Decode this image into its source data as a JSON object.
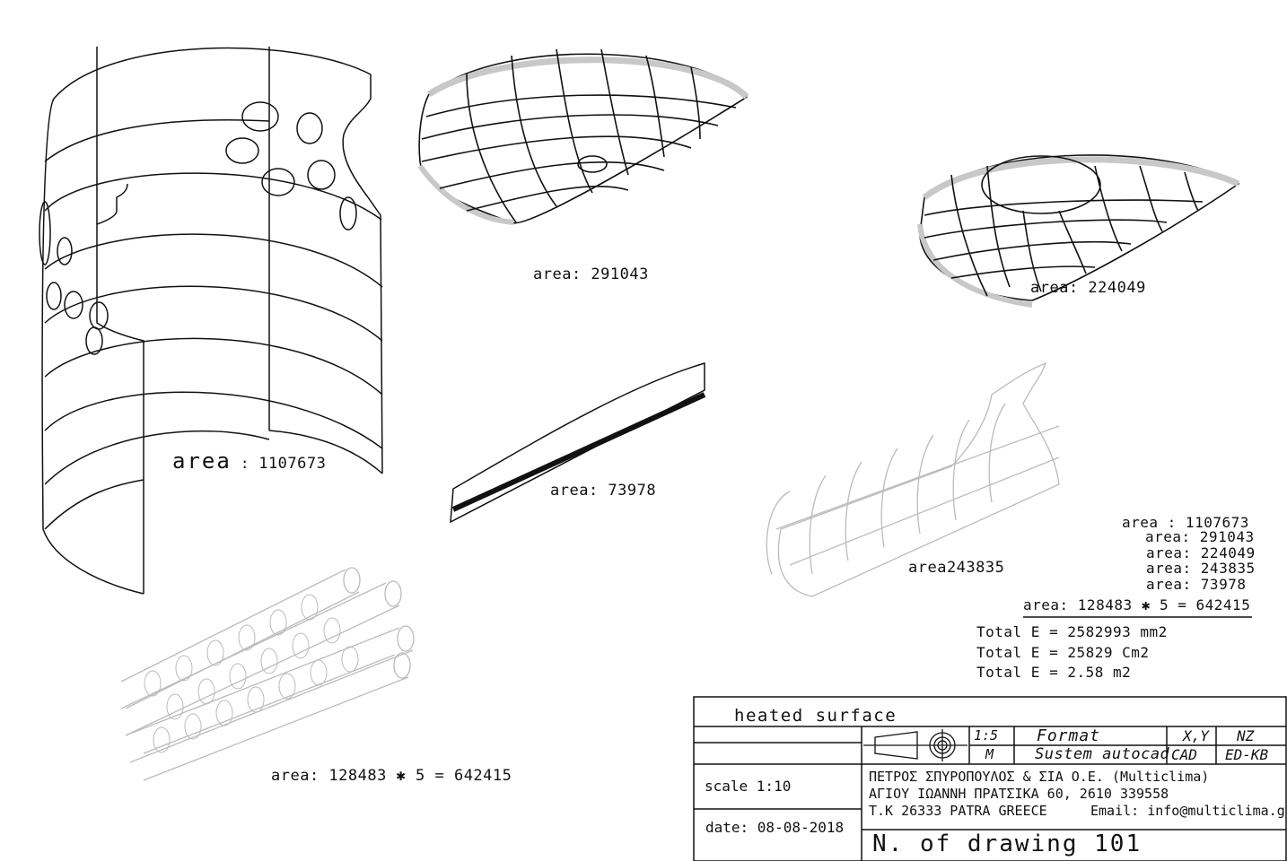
{
  "labels": {
    "cylinder": "area",
    "cylinder_value": "1107673",
    "dome_top": "area: 291043",
    "dome_right": "area: 224049",
    "blade": "area: 73978",
    "half_cylinder": "area243835",
    "tubes": "area: 128483 ✱ 5 = 642415"
  },
  "summary": {
    "lines": [
      "area  : 1107673",
      "area: 291043",
      "area: 224049",
      "area: 243835",
      "area: 73978"
    ],
    "tube_line": "area: 128483 ✱ 5 = 642415",
    "totals": [
      "Total   E = 2582993 mm2",
      "Total   E = 25829 Cm2",
      "Total   E = 2.58 m2"
    ]
  },
  "title_block": {
    "title": "heated surface",
    "scale_label": "1:5",
    "scale_unit": "M",
    "format_label": "Format",
    "system_label": "Sustem autocad",
    "xy_label": "X,Y",
    "xy_value": "CAD",
    "nz_label": "NZ",
    "nz_value": "ED-KB",
    "scale": "scale 1:10",
    "date": "date: 08-08-2018",
    "company_line1": "ΠΕΤΡΟΣ ΣΠΥΡΟΠΟΥΛΟΣ & ΣΙΑ Ο.Ε. (Multiclima)",
    "company_line2": "ΑΓΙΟΥ ΙΩΑΝΝΗ ΠΡΑΤΣΙΚΑ 60, 2610 339558",
    "company_line3": "T.K 26333  PATRA  GREECE",
    "email": "Email: info@multiclima.gr",
    "drawing_number": "N. of drawing   101"
  }
}
